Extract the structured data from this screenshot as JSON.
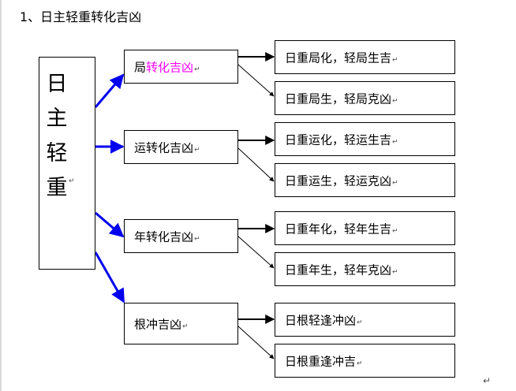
{
  "heading": "1、日主轻重转化吉凶",
  "paragraph_mark": "↵",
  "root": {
    "chars": [
      "日",
      "主",
      "轻",
      "重"
    ]
  },
  "branches": [
    {
      "label_plain": "局",
      "label_accent": "转化吉凶",
      "children": [
        "日重局化，轻局生吉",
        "日重局生，轻局克凶"
      ]
    },
    {
      "label_plain": "运转化吉凶",
      "label_accent": "",
      "children": [
        "日重运化，轻运生吉",
        "日重运生，轻运克凶"
      ]
    },
    {
      "label_plain": "年转化吉凶",
      "label_accent": "",
      "children": [
        "日重年化，轻年生吉",
        "日重年生，轻年克凶"
      ]
    },
    {
      "label_plain": "根冲吉凶",
      "label_accent": "",
      "children": [
        "日根轻逢冲凶",
        "日根重逢冲吉"
      ]
    }
  ],
  "colors": {
    "accent_text": "#ff00ff",
    "blue_arrow": "#0000ee",
    "line": "#000000"
  }
}
